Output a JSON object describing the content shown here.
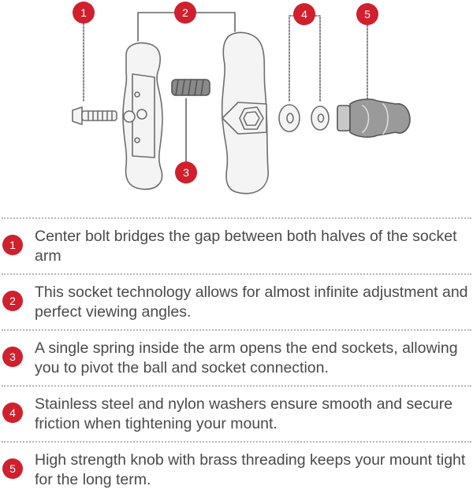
{
  "colors": {
    "badge": "#d0202e",
    "text": "#4a4a4a",
    "outline": "#6e6e6e",
    "part_fill": "#f4f4f4"
  },
  "callouts": [
    "1",
    "2",
    "3",
    "4",
    "5"
  ],
  "legend": [
    {
      "num": "1",
      "text": "Center bolt bridges the gap between both halves of the socket arm"
    },
    {
      "num": "2",
      "text": "This socket technology allows for almost infinite adjustment and perfect viewing angles."
    },
    {
      "num": "3",
      "text": "A single spring inside the arm opens the end sockets, allowing you to pivot the ball and socket connection."
    },
    {
      "num": "4",
      "text": "Stainless steel and nylon washers ensure smooth and secure friction when tightening your mount."
    },
    {
      "num": "5",
      "text": "High strength knob with brass threading keeps your mount tight for the long term."
    }
  ]
}
